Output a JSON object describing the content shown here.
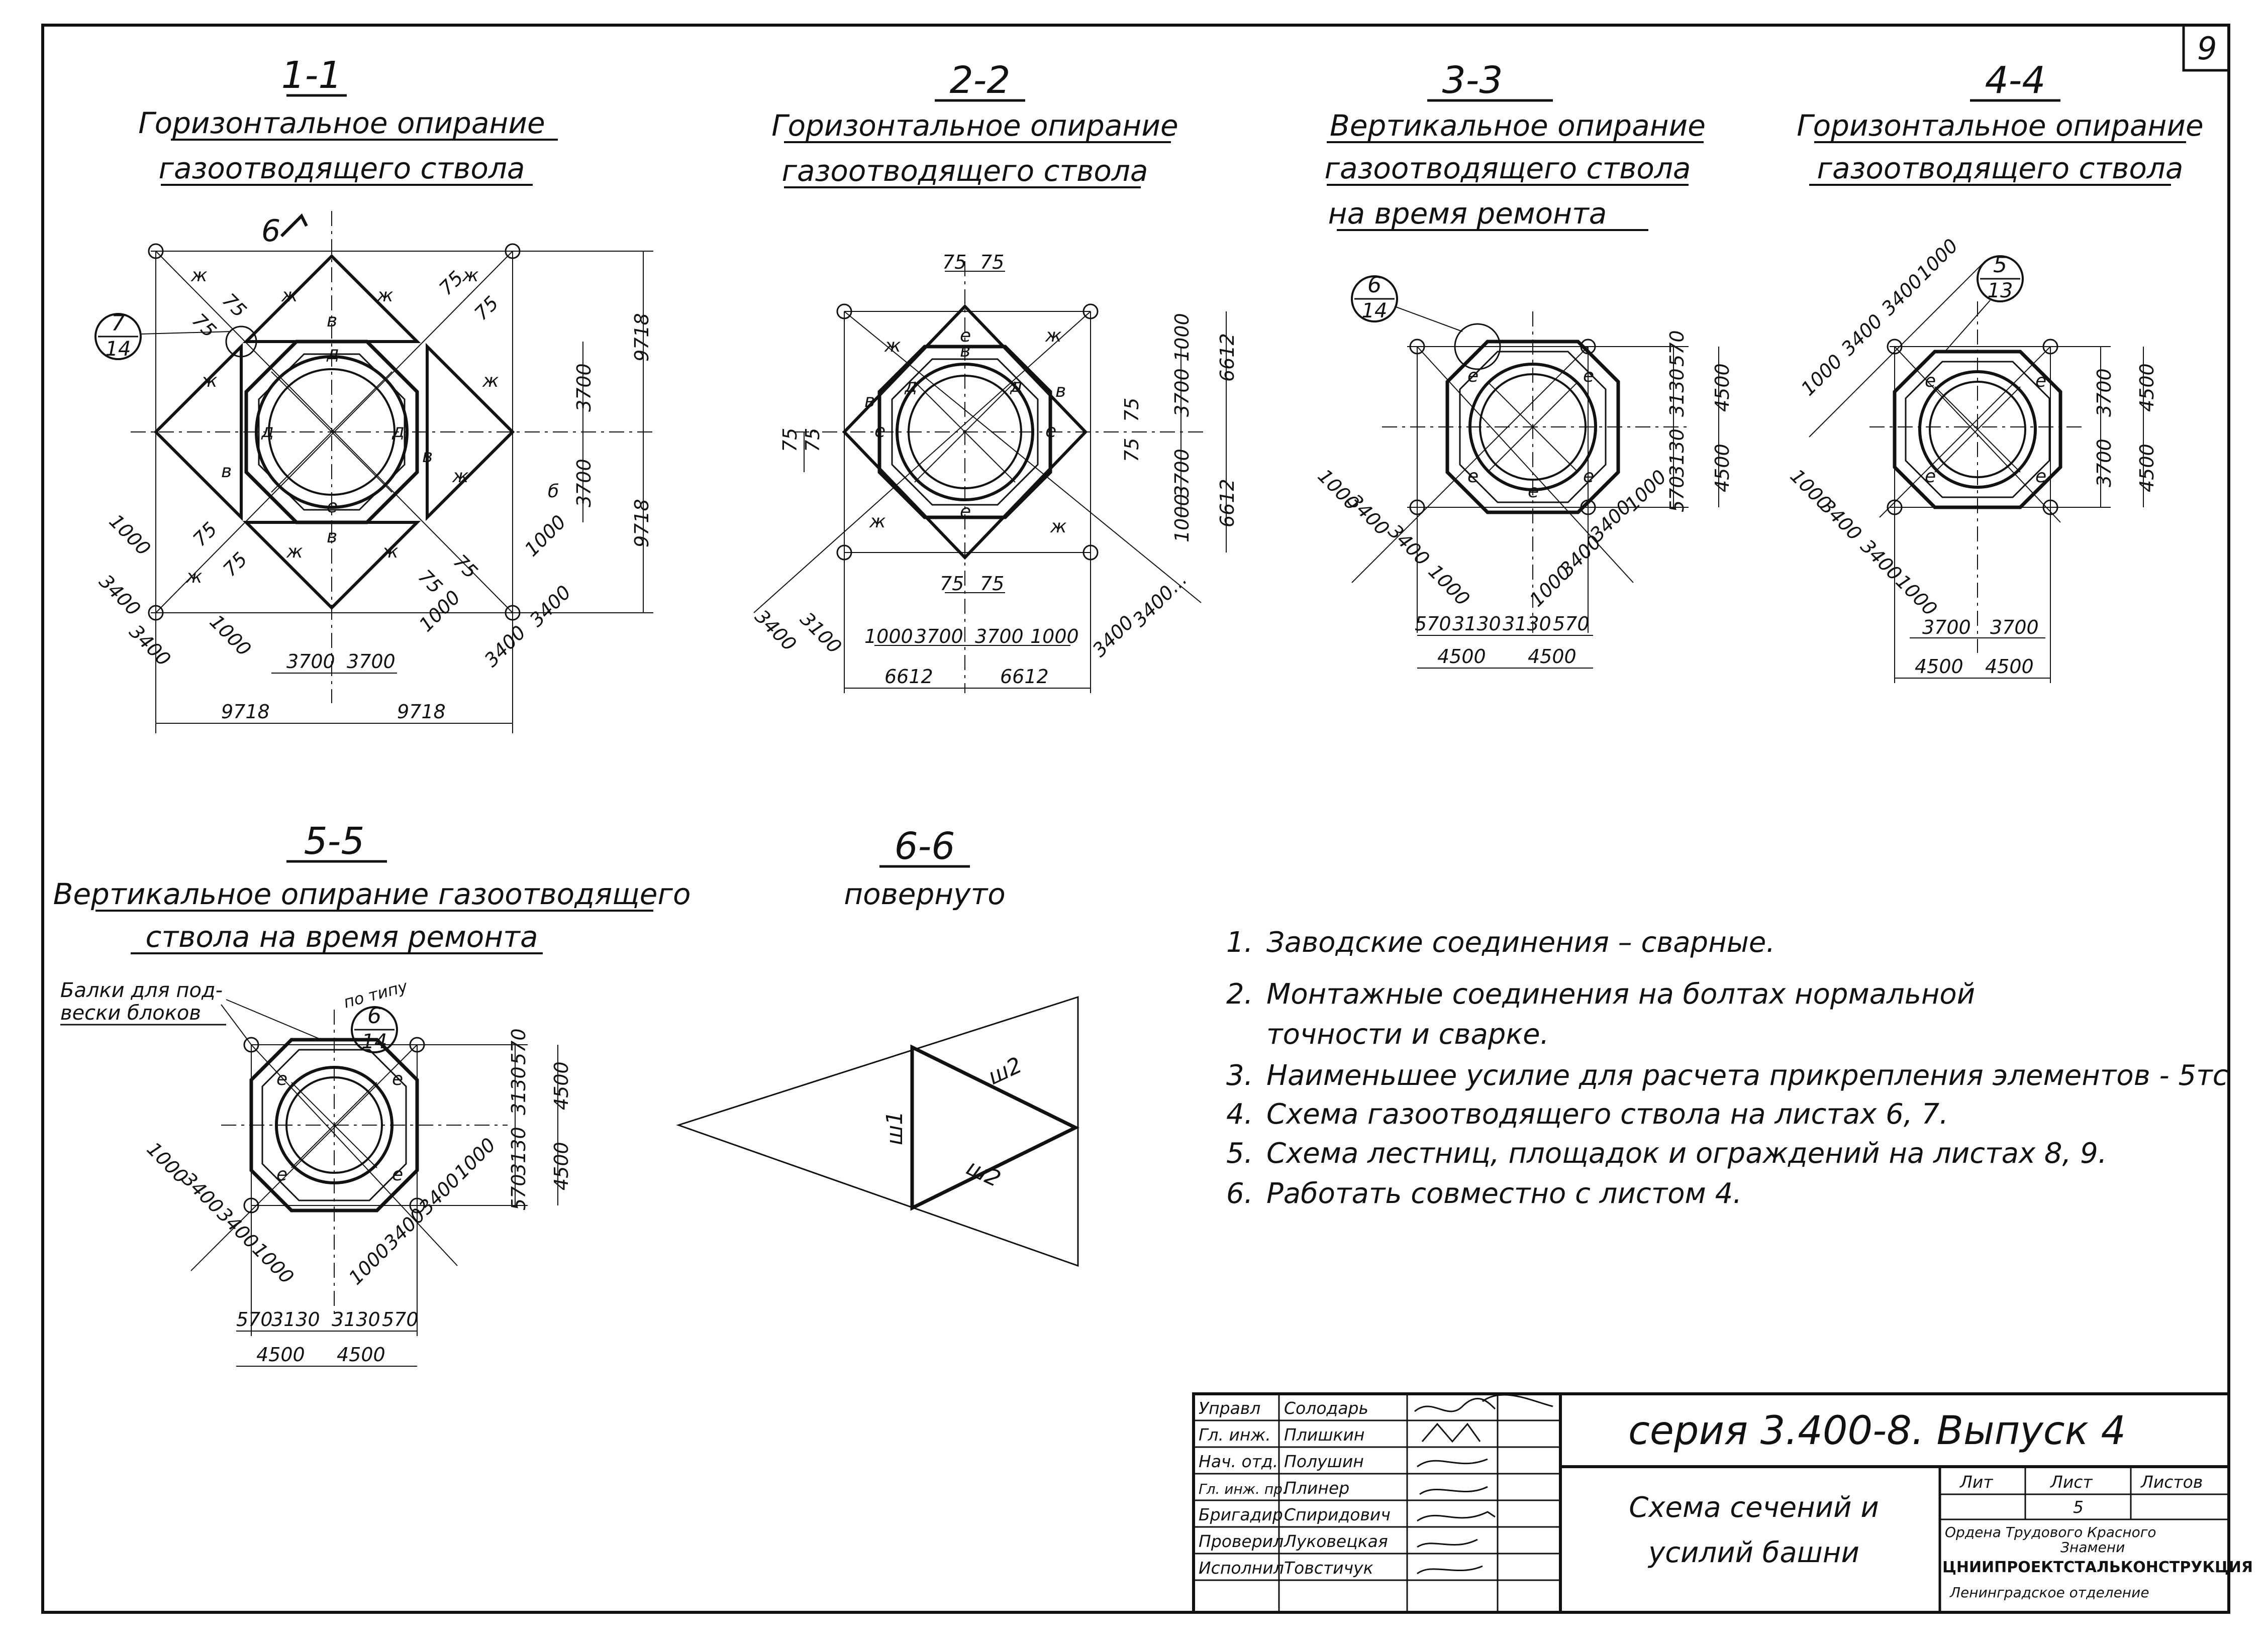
{
  "sheet_number": "9",
  "sections": [
    {
      "title": "1-1",
      "caption_lines": [
        "Горизонтальное опирание",
        "газоотводящего ствола"
      ]
    },
    {
      "title": "2-2",
      "caption_lines": [
        "Горизонтальное опирание",
        "газоотводящего ствола"
      ]
    },
    {
      "title": "3-3",
      "caption_lines": [
        "Вертикальное опирание",
        "газоотводящего ствола",
        "на время ремонта"
      ]
    },
    {
      "title": "4-4",
      "caption_lines": [
        "Горизонтальное опирание",
        "газоотводящего ствола"
      ]
    },
    {
      "title": "5-5",
      "caption_lines": [
        "Вертикальное опирание газоотводящего",
        "ствола на время ремонта"
      ]
    },
    {
      "title": "6-6",
      "caption_lines": [
        "повернуто"
      ]
    }
  ],
  "section_refs": {
    "s1": {
      "num": "7",
      "den": "14",
      "arrow": "6"
    },
    "s3": {
      "num": "6",
      "den": "14"
    },
    "s4": {
      "num": "5",
      "den": "13"
    },
    "s5": {
      "num": "6",
      "den": "14",
      "note": "по типу"
    }
  },
  "beam_label": [
    "Балки для под-",
    "вески блоков"
  ],
  "dims": {
    "d9718": "9718",
    "d3700": "3700",
    "d3400": "3400",
    "d1000": "1000",
    "d75": "75",
    "d6612": "6612",
    "d4500": "4500",
    "d3130": "3130",
    "d570": "570",
    "d3400b": "3400...",
    "d3100": "3100"
  },
  "letters": {
    "zh": "ж",
    "v": "в",
    "d": "д",
    "e": "е",
    "b": "б"
  },
  "triangle_labels": {
    "w1": "ш1",
    "w2a": "ш2",
    "w2b": "ш2"
  },
  "notes": [
    {
      "n": "1.",
      "text": "Заводские   соединения – сварные."
    },
    {
      "n": "2.",
      "text": "Монтажные  соединения  на  болтах  нормальной"
    },
    {
      "n": "",
      "text": "точности  и  сварке."
    },
    {
      "n": "3.",
      "text": "Наименьшее  усилие  для  расчета  прикрепления  элементов - 5тс"
    },
    {
      "n": "4.",
      "text": "Схема  газоотводящего  ствола  на  листах   6, 7."
    },
    {
      "n": "5.",
      "text": "Схема  лестниц, площадок  и  ограждений  на листах  8, 9."
    },
    {
      "n": "6.",
      "text": "Работать  совместно  с  листом 4."
    }
  ],
  "title_block": {
    "roles": [
      "Управл",
      "Гл. инж.",
      "Нач. отд.",
      "Гл. инж. пр.",
      "Бригадир",
      "Проверил",
      "Исполнил"
    ],
    "names": [
      "Солодарь",
      "Плишкин",
      "Полушин",
      "Плинер",
      "Спиридович",
      "Луковецкая",
      "Товстичук"
    ],
    "series": "серия  3.400-8.  Выпуск 4",
    "doc_title_lines": [
      "Схема сечений и",
      "усилий башни"
    ],
    "lit_label": "Лит",
    "sheet_label": "Лист",
    "sheets_label": "Листов",
    "sheet_value": "5",
    "org_lines": [
      "Ордена Трудового Красного",
      "Знамени",
      "ЦНИИПРОЕКТСТАЛЬКОНСТРУКЦИЯ",
      "Ленинградское отделение"
    ]
  }
}
